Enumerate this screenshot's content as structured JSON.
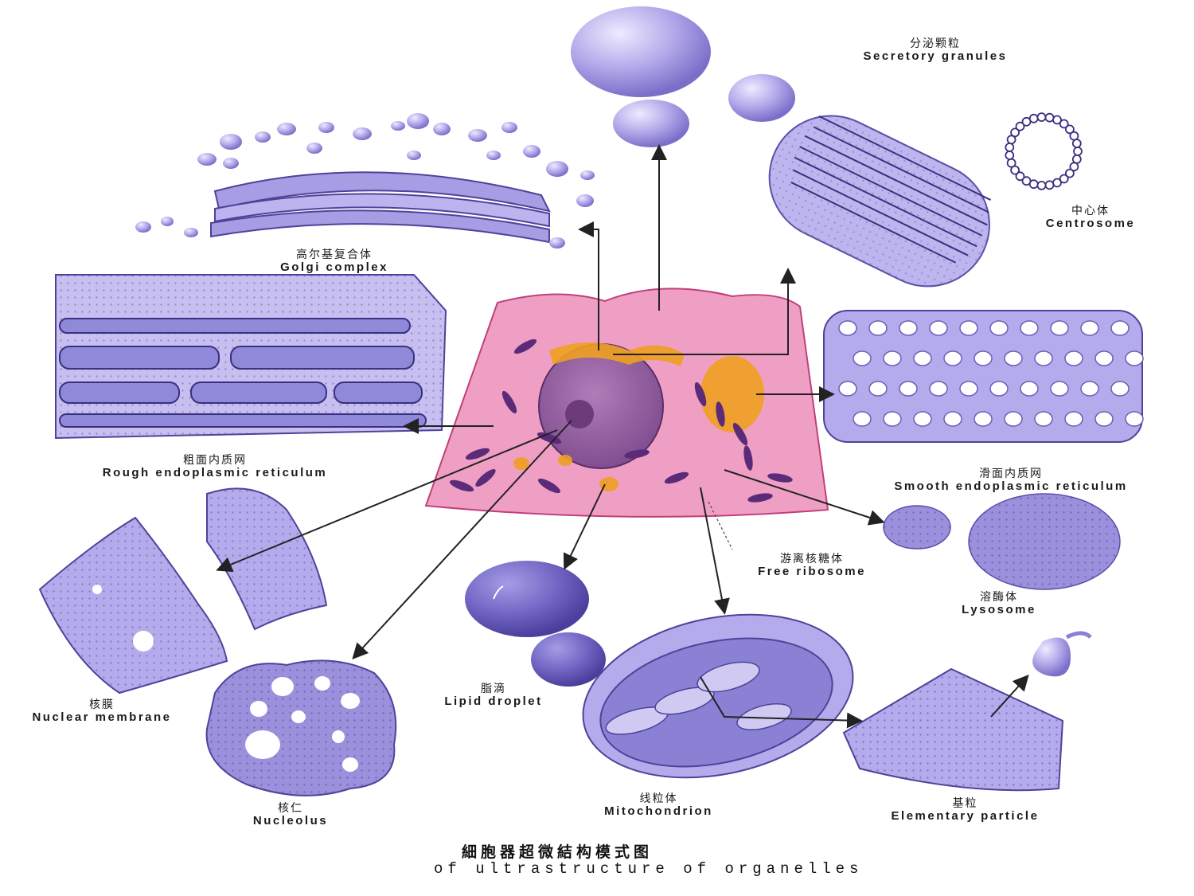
{
  "organelles": {
    "secretory_granules": {
      "zh": "分泌颗粒",
      "en": "Secretory granules"
    },
    "centrosome": {
      "zh": "中心体",
      "en": "Centrosome"
    },
    "golgi": {
      "zh": "高尔基复合体",
      "en": "Golgi complex"
    },
    "rough_er": {
      "zh": "粗面内质网",
      "en": "Rough endoplasmic reticulum"
    },
    "smooth_er": {
      "zh": "滑面内质网",
      "en": "Smooth endoplasmic reticulum"
    },
    "free_ribosome": {
      "zh": "游离核糖体",
      "en": "Free ribosome"
    },
    "lysosome": {
      "zh": "溶酶体",
      "en": "Lysosome"
    },
    "nuclear_membrane": {
      "zh": "核膜",
      "en": "Nuclear membrane"
    },
    "lipid_droplet": {
      "zh": "脂滴",
      "en": "Lipid droplet"
    },
    "mitochondrion": {
      "zh": "线粒体",
      "en": "Mitochondrion"
    },
    "nucleolus": {
      "zh": "核仁",
      "en": "Nucleolus"
    },
    "elementary_particle": {
      "zh": "基粒",
      "en": "Elementary particle"
    }
  },
  "caption": {
    "zh": "細胞器超微結构模式图",
    "en": "of ultrastructure of organelles"
  },
  "colors": {
    "organelle_purple": "#8f86d6",
    "organelle_light": "#c7c0f0",
    "cell_pink": "#ee8fb8",
    "golgi_orange": "#f0a020",
    "arrow": "#222222"
  }
}
